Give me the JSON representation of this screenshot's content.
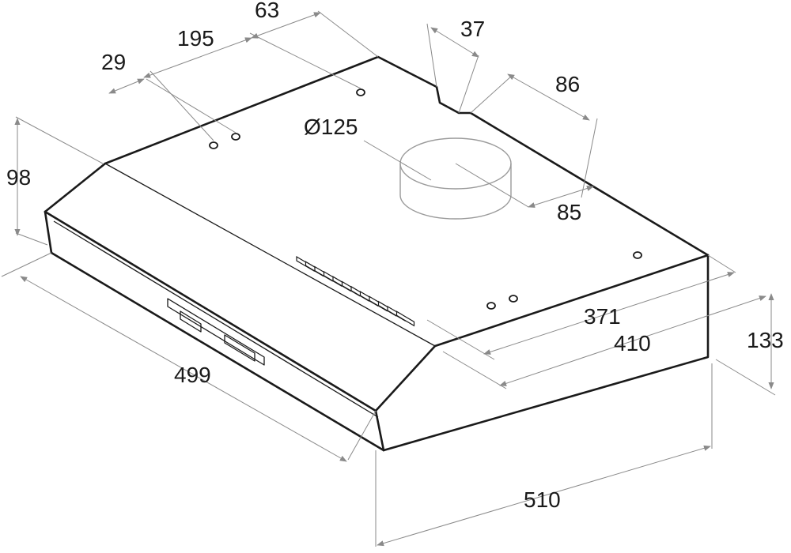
{
  "diagram": {
    "stroke_color": "#1a1a1a",
    "dimension_color": "#8a8a8a",
    "background": "#ffffff",
    "dimensions": {
      "d63": "63",
      "d195": "195",
      "d29": "29",
      "d37": "37",
      "d86": "86",
      "d125": "Ø125",
      "d98": "98",
      "d85": "85",
      "d371": "371",
      "d410": "410",
      "d133": "133",
      "d499": "499",
      "d510": "510"
    }
  }
}
